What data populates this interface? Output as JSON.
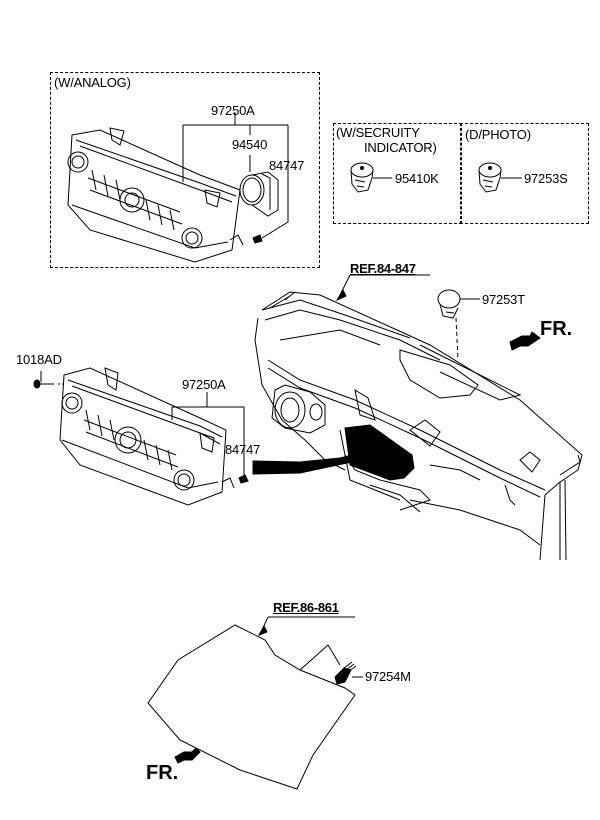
{
  "diagram": {
    "type": "automotive parts exploded diagram",
    "colors": {
      "line": "#000000",
      "background": "#ffffff"
    }
  },
  "inset_analog": {
    "title": "(W/ANALOG)",
    "labels": {
      "assembly": "97250A",
      "knob": "94540",
      "clip": "84747"
    }
  },
  "inset_security": {
    "title_line1": "(W/SECRUITY",
    "title_line2": "INDICATOR)",
    "label": "95410K"
  },
  "inset_photo": {
    "title": "(D/PHOTO)",
    "label": "97253S"
  },
  "main": {
    "screw_label": "1018AD",
    "assembly_label": "97250A",
    "clip_label": "84747",
    "dash_ref": "REF.84-847",
    "sensor_label": "97253T",
    "front_indicator": "FR."
  },
  "windshield": {
    "ref": "REF.86-861",
    "sensor_label": "97254M",
    "front_indicator": "FR."
  }
}
